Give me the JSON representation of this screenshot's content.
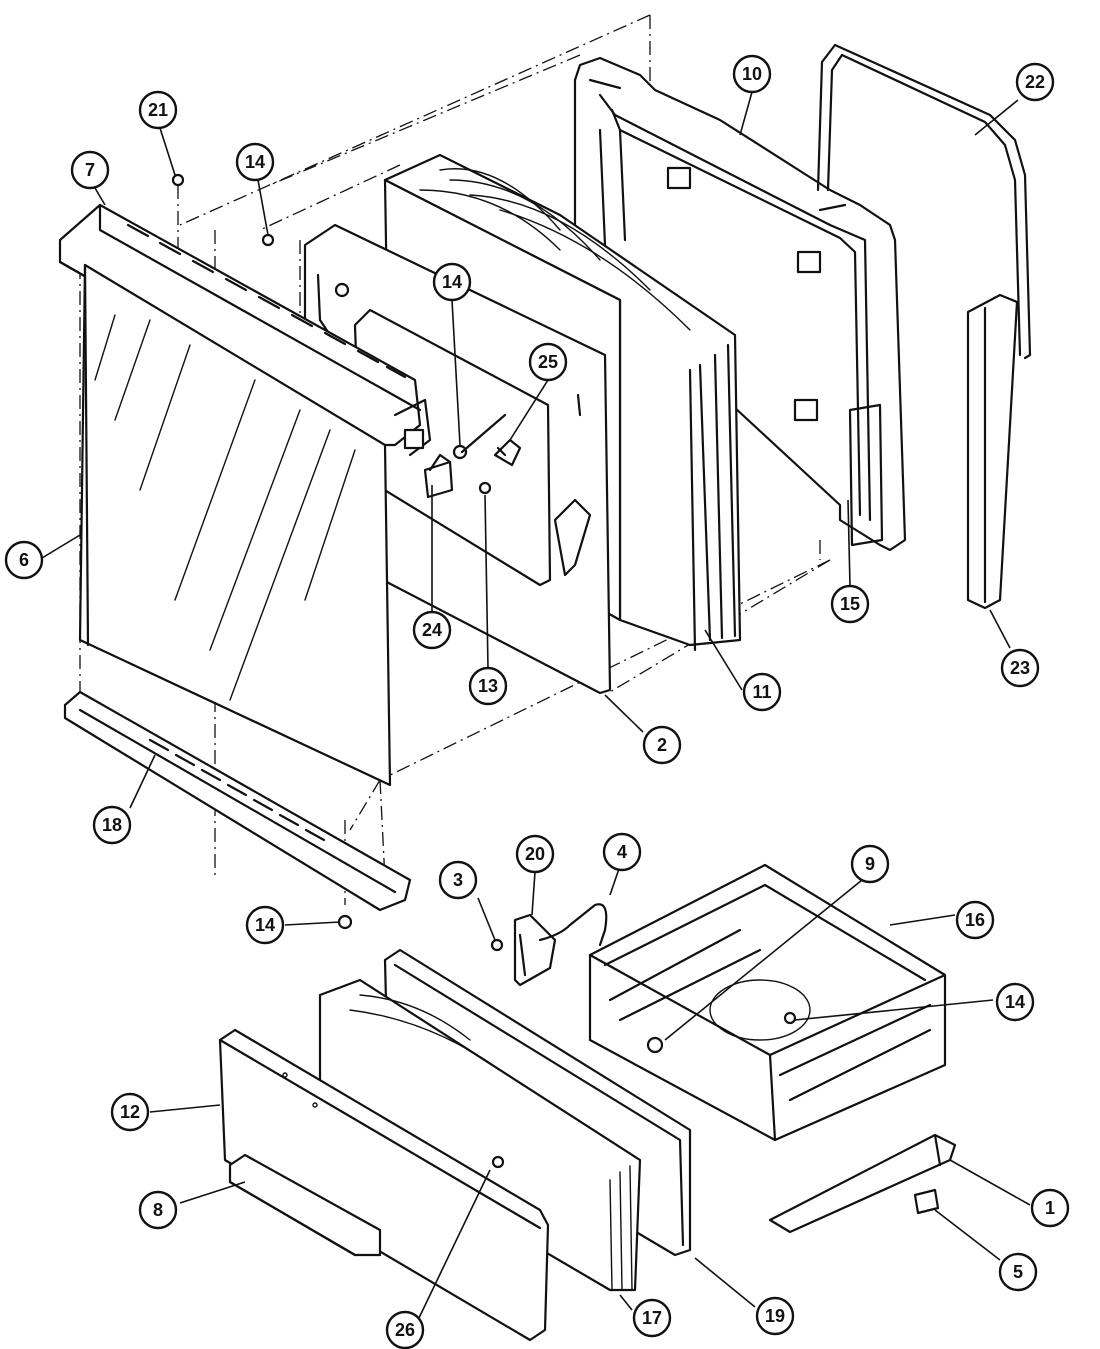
{
  "callouts": [
    {
      "id": "c21",
      "label": "21"
    },
    {
      "id": "c7",
      "label": "7"
    },
    {
      "id": "c14a",
      "label": "14"
    },
    {
      "id": "c10",
      "label": "10"
    },
    {
      "id": "c22",
      "label": "22"
    },
    {
      "id": "c14b",
      "label": "14"
    },
    {
      "id": "c25",
      "label": "25"
    },
    {
      "id": "c6",
      "label": "6"
    },
    {
      "id": "c24",
      "label": "24"
    },
    {
      "id": "c13",
      "label": "13"
    },
    {
      "id": "c11",
      "label": "11"
    },
    {
      "id": "c15",
      "label": "15"
    },
    {
      "id": "c23",
      "label": "23"
    },
    {
      "id": "c2",
      "label": "2"
    },
    {
      "id": "c18",
      "label": "18"
    },
    {
      "id": "c20",
      "label": "20"
    },
    {
      "id": "c4",
      "label": "4"
    },
    {
      "id": "c9",
      "label": "9"
    },
    {
      "id": "c3",
      "label": "3"
    },
    {
      "id": "c16",
      "label": "16"
    },
    {
      "id": "c14c",
      "label": "14"
    },
    {
      "id": "c14d",
      "label": "14"
    },
    {
      "id": "c12",
      "label": "12"
    },
    {
      "id": "c1",
      "label": "1"
    },
    {
      "id": "c8",
      "label": "8"
    },
    {
      "id": "c5",
      "label": "5"
    },
    {
      "id": "c26",
      "label": "26"
    },
    {
      "id": "c17",
      "label": "17"
    },
    {
      "id": "c19",
      "label": "19"
    }
  ]
}
